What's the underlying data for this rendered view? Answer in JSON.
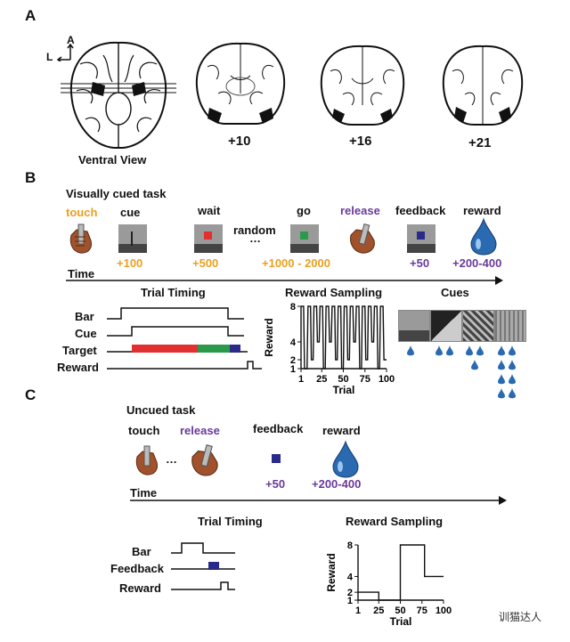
{
  "panelA": {
    "letter": "A",
    "compass_a": "A",
    "compass_l": "L",
    "ventral_label": "Ventral View",
    "sections": [
      "+10",
      "+16",
      "+21"
    ]
  },
  "panelB": {
    "letter": "B",
    "title": "Visually cued task",
    "events": [
      "touch",
      "cue",
      "wait",
      "random",
      "…",
      "go",
      "release",
      "feedback",
      "reward"
    ],
    "times": [
      "+100",
      "+500",
      "+1000 - 2000",
      "+50",
      "+200-400"
    ],
    "time_label": "Time",
    "subtitles": [
      "Trial Timing",
      "Reward Sampling",
      "Cues"
    ],
    "timing_rows": [
      "Bar",
      "Cue",
      "Target",
      "Reward"
    ]
  },
  "panelC": {
    "letter": "C",
    "title": "Uncued task",
    "events": [
      "touch",
      "release",
      "feedback",
      "reward"
    ],
    "ellipsis": "…",
    "times": [
      "+50",
      "+200-400"
    ],
    "time_label": "Time",
    "subtitles": [
      "Trial Timing",
      "Reward Sampling"
    ],
    "timing_rows": [
      "Bar",
      "Feedback",
      "Reward"
    ]
  },
  "chart_data": [
    {
      "type": "line",
      "xlabel": "Trial",
      "ylabel": "Reward",
      "xticks": [
        "1",
        "25",
        "50",
        "75",
        "100"
      ],
      "yticks": [
        "1",
        "2",
        "4",
        "8"
      ],
      "xlim": [
        1,
        100
      ],
      "ylim": [
        1,
        8
      ],
      "x": [
        1,
        4,
        5,
        8,
        9,
        12,
        13,
        15,
        16,
        19,
        20,
        22,
        23,
        26,
        27,
        29,
        30,
        33,
        34,
        36,
        37,
        40,
        41,
        43,
        44,
        47,
        48,
        50,
        51,
        54,
        55,
        57,
        58,
        61,
        62,
        64,
        65,
        68,
        69,
        71,
        72,
        75,
        76,
        78,
        79,
        82,
        83,
        85,
        86,
        89,
        90,
        92,
        93,
        96,
        97,
        100
      ],
      "values": [
        8,
        8,
        1,
        1,
        8,
        8,
        2,
        2,
        8,
        8,
        4,
        4,
        8,
        8,
        1,
        1,
        8,
        8,
        4,
        4,
        8,
        8,
        2,
        2,
        8,
        8,
        1,
        1,
        8,
        8,
        2,
        2,
        8,
        8,
        4,
        4,
        8,
        8,
        1,
        1,
        8,
        8,
        2,
        2,
        8,
        8,
        4,
        4,
        8,
        8,
        1,
        1,
        8,
        8,
        2,
        2
      ]
    },
    {
      "type": "line",
      "xlabel": "Trial",
      "ylabel": "Reward",
      "xticks": [
        "1",
        "25",
        "50",
        "75",
        "100"
      ],
      "yticks": [
        "1",
        "2",
        "4",
        "8"
      ],
      "xlim": [
        1,
        100
      ],
      "ylim": [
        1,
        8
      ],
      "x": [
        1,
        25,
        25,
        50,
        50,
        65,
        65,
        78,
        78,
        100
      ],
      "values": [
        2,
        2,
        1,
        1,
        8,
        8,
        8,
        8,
        4,
        4
      ]
    }
  ],
  "colors": {
    "orange": "#e8a020",
    "purple": "#6a3a9a",
    "red": "#e03030",
    "green": "#2a9a4a",
    "blue": "#2a2a8a",
    "hand": "#a0522d"
  },
  "watermark": "训猫达人"
}
